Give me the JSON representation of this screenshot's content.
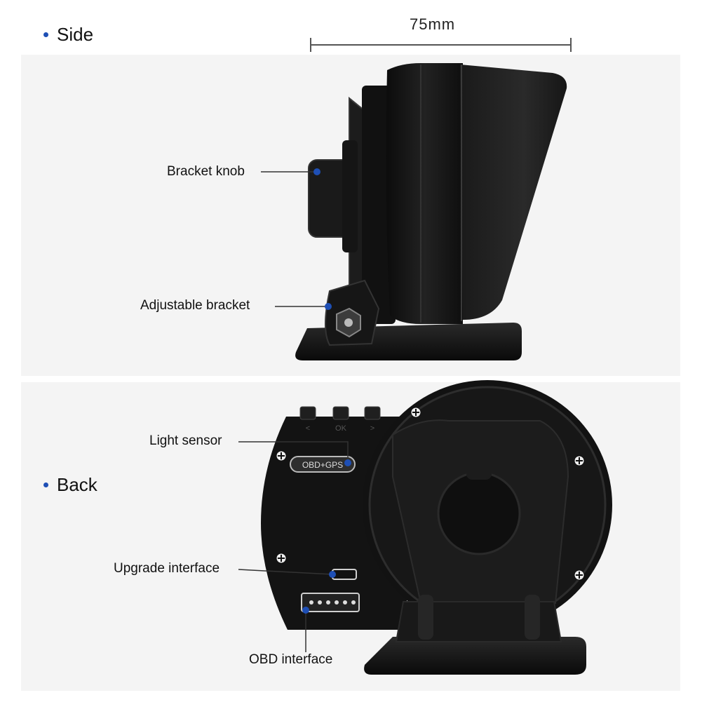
{
  "sections": {
    "side": {
      "heading": "Side"
    },
    "back": {
      "heading": "Back"
    }
  },
  "dimension": {
    "width_label": "75mm"
  },
  "callouts": {
    "bracket_knob": "Bracket knob",
    "adjustable_bracket": "Adjustable bracket",
    "light_sensor": "Light sensor",
    "upgrade_interface": "Upgrade interface",
    "obd_interface": "OBD interface"
  },
  "device_markings": {
    "port_label": "OBD+GPS",
    "button_left": "<",
    "button_center": "OK",
    "button_right": ">"
  },
  "colors": {
    "accent": "#1e4fb5",
    "device_body": "#141414",
    "panel_bg": "#f4f4f4"
  }
}
